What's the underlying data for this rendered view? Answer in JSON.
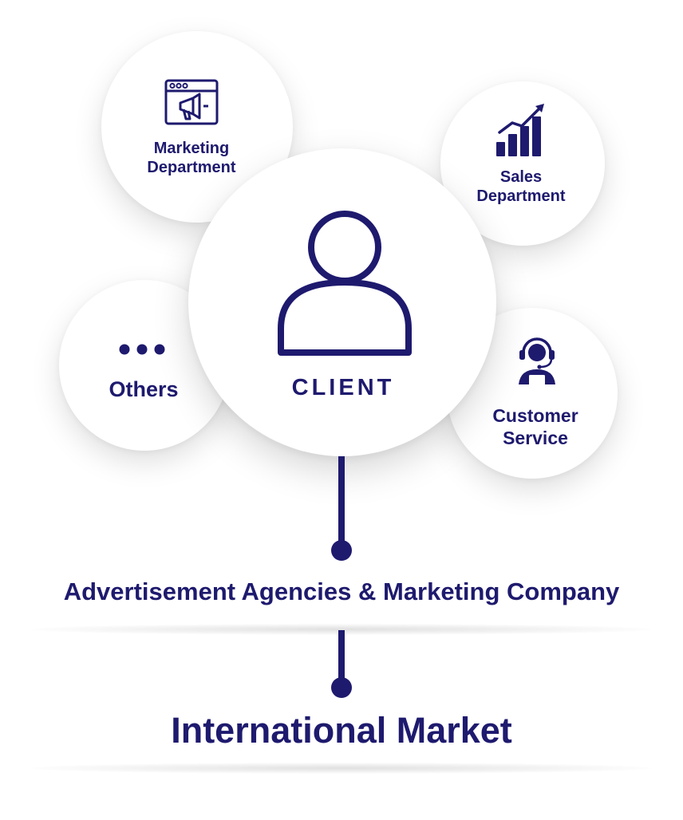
{
  "nodes": {
    "marketing": {
      "line1": "Marketing",
      "line2": "Department",
      "icon": "megaphone-browser-icon"
    },
    "sales": {
      "line1": "Sales",
      "line2": "Department",
      "icon": "growth-chart-icon"
    },
    "others": {
      "label": "Others",
      "icon": "dots-icon"
    },
    "client": {
      "label": "CLIENT",
      "icon": "user-icon"
    },
    "customer_service": {
      "line1": "Customer",
      "line2": "Service",
      "icon": "headset-agent-icon"
    }
  },
  "tiers": [
    {
      "label": "Advertisement Agencies & Marketing Company"
    },
    {
      "label": "International Market"
    }
  ],
  "colors": {
    "accent": "#1e1a6e",
    "background": "#ffffff"
  }
}
